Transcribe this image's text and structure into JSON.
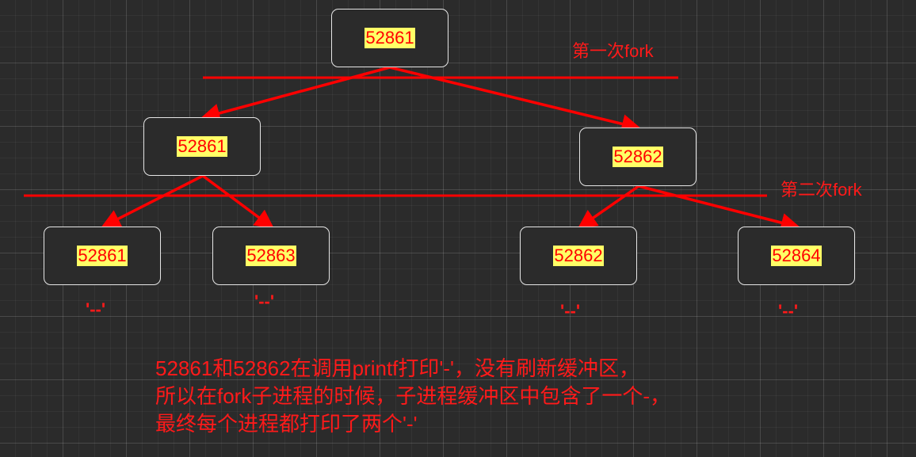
{
  "nodes": {
    "root": "52861",
    "l1_left": "52861",
    "l1_right": "52862",
    "l2_a": "52861",
    "l2_b": "52863",
    "l2_c": "52862",
    "l2_d": "52864"
  },
  "labels": {
    "fork1": "第一次fork",
    "fork2": "第二次fork"
  },
  "outputs": {
    "a": "'--'",
    "b": "'--'",
    "c": "'--'",
    "d": "'--'"
  },
  "note": {
    "line1": "52861和52862在调用printf打印'-'，没有刷新缓冲区，",
    "line2": "所以在fork子进程的时候，子进程缓冲区中包含了一个-，",
    "line3": "最终每个进程都打印了两个'-'"
  },
  "colors": {
    "accent": "#ff0000",
    "highlight": "#ffff66",
    "node_border": "#e6e6e6",
    "background": "#2b2b2b"
  }
}
